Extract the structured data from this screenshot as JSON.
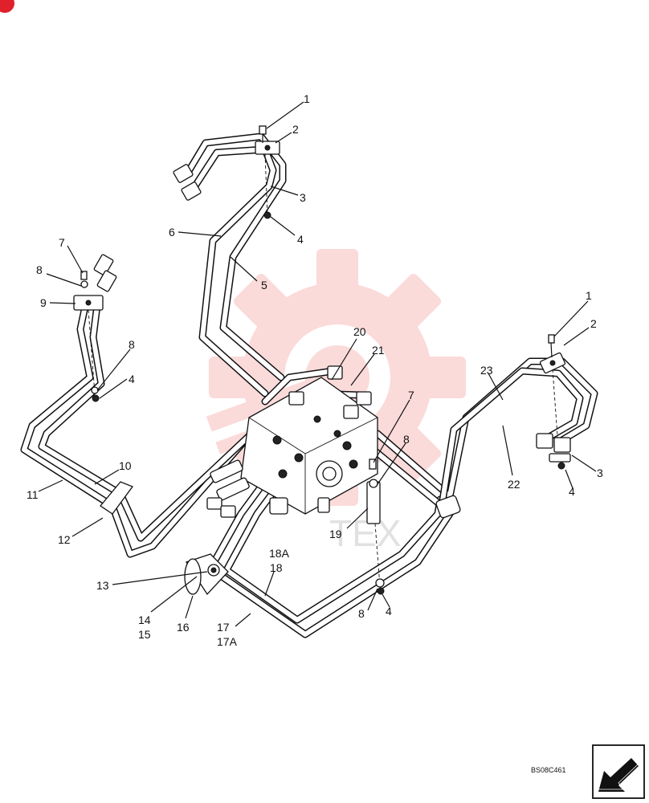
{
  "watermark_text": "TEX",
  "drawing_code": "BS08C461",
  "callouts": {
    "c1a": "1",
    "c2a": "2",
    "c3a": "3",
    "c4a": "4",
    "c5": "5",
    "c6": "6",
    "c7a": "7",
    "c8a": "8",
    "c9": "9",
    "c8b": "8",
    "c4b": "4",
    "c10": "10",
    "c11": "11",
    "c12": "12",
    "c13": "13",
    "c14": "14",
    "c15": "15",
    "c16": "16",
    "c17": "17",
    "c17a": "17A",
    "c18a": "18A",
    "c18": "18",
    "c19": "19",
    "c20": "20",
    "c21": "21",
    "c7b": "7",
    "c8c": "8",
    "c1b": "1",
    "c2b": "2",
    "c23": "23",
    "c22": "22",
    "c3b": "3",
    "c4c": "4",
    "c8d": "8",
    "c4d": "4"
  },
  "colors": {
    "watermark_red": "#f05a5a",
    "ink": "#111111",
    "corner_badge": "#e0202a"
  },
  "icons": {
    "corner": "corner-badge-icon",
    "nav": "next-page-arrow-icon"
  }
}
